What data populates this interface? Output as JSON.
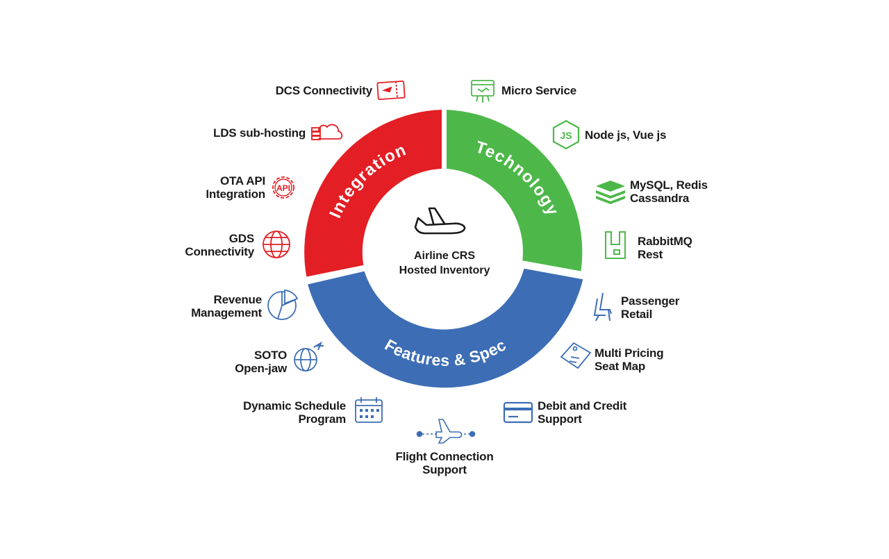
{
  "center": {
    "line1": "Airline CRS",
    "line2": "Hosted Inventory"
  },
  "segments": {
    "integration": {
      "label": "Integration",
      "color": "#e31e24"
    },
    "technology": {
      "label": "Technology",
      "color": "#4db849"
    },
    "features": {
      "label": "Features & Spec",
      "color": "#3d6db5"
    }
  },
  "integration_items": [
    {
      "line1": "DCS  Connectivity",
      "line2": "",
      "icon": "boarding-pass-icon"
    },
    {
      "line1": "LDS sub-hosting",
      "line2": "",
      "icon": "cloud-server-icon"
    },
    {
      "line1": "OTA API",
      "line2": "Integration",
      "icon": "api-gear-icon",
      "icon_text": "API"
    },
    {
      "line1": "GDS",
      "line2": "Connectivity",
      "icon": "globe-icon"
    }
  ],
  "technology_items": [
    {
      "line1": "Micro Service",
      "line2": "",
      "icon": "microservice-icon"
    },
    {
      "line1": "Node js, Vue js",
      "line2": "",
      "icon": "nodejs-icon",
      "icon_text": "JS"
    },
    {
      "line1": "MySQL, Redis",
      "line2": "Cassandra",
      "icon": "database-stack-icon"
    },
    {
      "line1": "RabbitMQ",
      "line2": "Rest",
      "icon": "rabbitmq-icon"
    }
  ],
  "features_items": [
    {
      "line1": "Revenue",
      "line2": "Management",
      "icon": "pie-chart-icon"
    },
    {
      "line1": "SOTO",
      "line2": "Open-jaw",
      "icon": "globe-plane-icon"
    },
    {
      "line1": "Dynamic Schedule",
      "line2": "Program",
      "icon": "calendar-icon"
    },
    {
      "line1": "Flight Connection",
      "line2": "Support",
      "icon": "flight-route-icon"
    },
    {
      "line1": "Debit and Credit",
      "line2": "Support",
      "icon": "credit-card-icon"
    },
    {
      "line1": "Multi Pricing",
      "line2": "Seat Map",
      "icon": "price-tag-icon"
    },
    {
      "line1": "Passenger",
      "line2": "Retail",
      "icon": "seat-icon"
    }
  ],
  "colors": {
    "red": "#e31e24",
    "green": "#4db849",
    "blue": "#3d6db5",
    "text": "#1a1a1a"
  }
}
